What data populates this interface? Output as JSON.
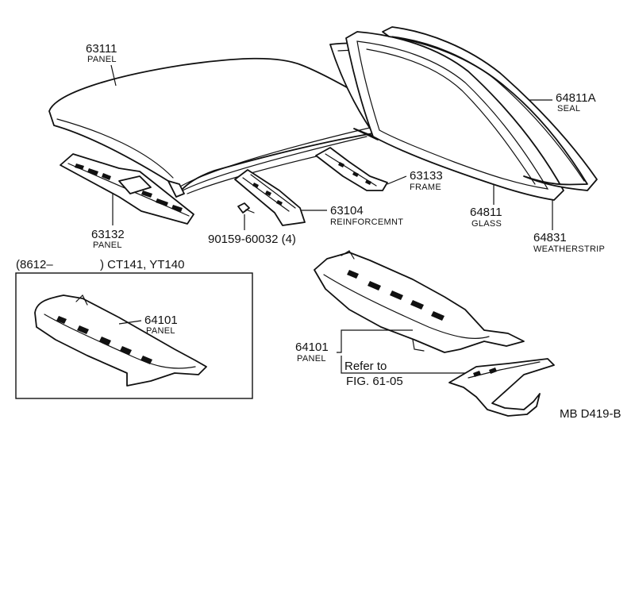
{
  "parts": {
    "roof_panel": {
      "number": "63111",
      "name": "PANEL"
    },
    "seal": {
      "number": "64811A",
      "name": "SEAL"
    },
    "frame": {
      "number": "63133",
      "name": "FRAME"
    },
    "reinforcement": {
      "number": "63104",
      "name": "REINFORCEMNT"
    },
    "bolt": {
      "number": "90159-60032 (4)"
    },
    "front_panel": {
      "number": "63132",
      "name": "PANEL"
    },
    "glass": {
      "number": "64811",
      "name": "GLASS"
    },
    "weatherstrip": {
      "number": "64831",
      "name": "WEATHERSTRIP"
    },
    "package_tray": {
      "number": "64101",
      "name": "PANEL"
    },
    "package_tray_variant": {
      "number": "64101",
      "name": "PANEL"
    }
  },
  "variant_box": {
    "label_prefix": "(8612–",
    "label_suffix": ") CT141, YT140"
  },
  "reference": {
    "line1": "Refer to",
    "line2": "FIG. 61-05"
  },
  "diagram_code": "MB D419-B"
}
